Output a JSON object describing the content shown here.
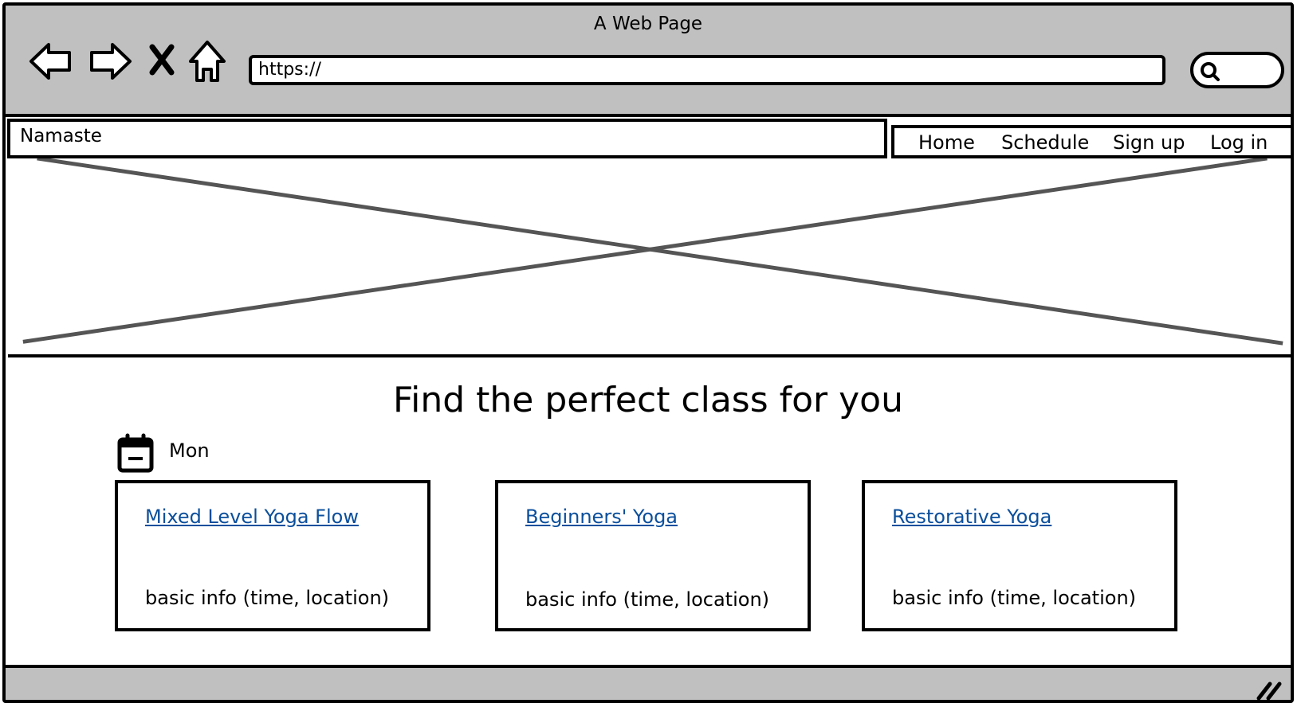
{
  "window": {
    "title": "A Web Page"
  },
  "browser": {
    "url": "https://",
    "back_icon": "back-arrow-icon",
    "forward_icon": "forward-arrow-icon",
    "stop_icon": "close-icon",
    "home_icon": "home-icon",
    "search_icon": "search-icon"
  },
  "site": {
    "brand": "Namaste",
    "nav": [
      "Home",
      "Schedule",
      "Sign up",
      "Log in"
    ]
  },
  "main": {
    "title": "Find the perfect class for you",
    "day": "Mon",
    "day_icon": "calendar-icon",
    "classes": [
      {
        "name": "Mixed Level Yoga Flow",
        "info": "basic info (time, location)"
      },
      {
        "name": "Beginners' Yoga",
        "info": "basic info (time, location)"
      },
      {
        "name": "Restorative Yoga",
        "info": "basic info (time, location)"
      }
    ]
  },
  "colors": {
    "chrome": "#c0c0c0",
    "link": "#0b4f9c",
    "placeholder_line": "#555555"
  }
}
